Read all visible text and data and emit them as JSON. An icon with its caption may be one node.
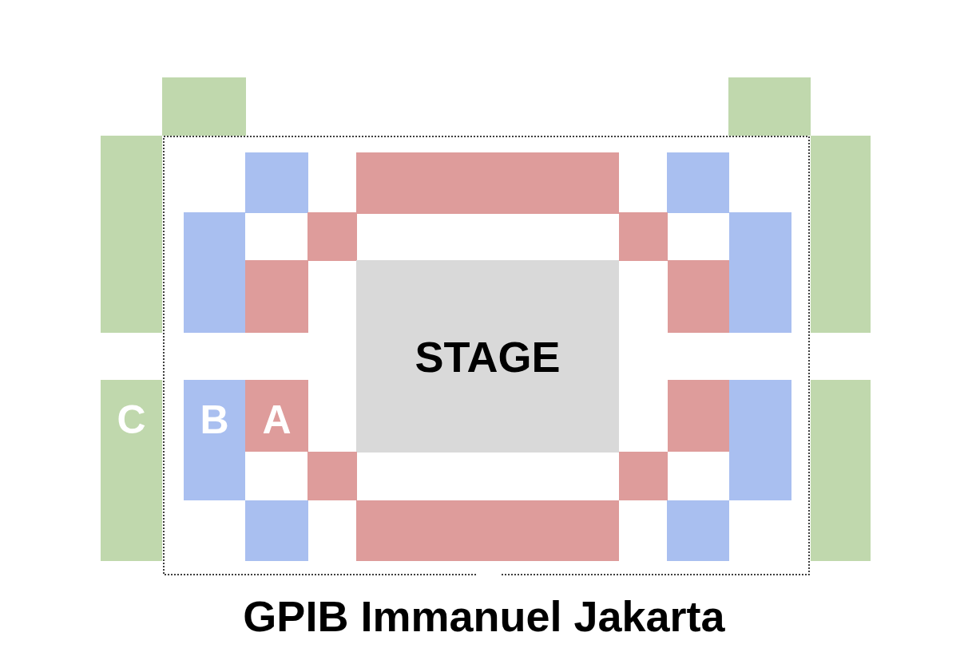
{
  "diagram": {
    "title": "GPIB Immanuel Jakarta",
    "nodes": [
      {
        "text": [],
        "shape": "box"
      },
      {
        "text": [],
        "shape": "box"
      },
      {
        "text": [],
        "shape": "box"
      },
      {
        "text": [],
        "shape": "box"
      },
      {
        "text": [],
        "shape": "box"
      },
      {
        "text": [],
        "shape": "box",
        "in": 0
      },
      {
        "text": [],
        "shape": "box",
        "in": 0
      },
      {
        "text": [],
        "shape": "box",
        "in": 0
      },
      {
        "text": [],
        "shape": "box",
        "in": 0
      },
      {
        "text": [],
        "shape": "box",
        "in": 0
      },
      {
        "text": [],
        "shape": "box",
        "in": 0
      },
      {
        "text": [],
        "shape": "box",
        "in": 0
      },
      {
        "text": [],
        "shape": "box",
        "in": 0
      },
      {
        "text": [
          "STAGE"
        ],
        "in": 0
      },
      {
        "text": [],
        "shape": "box",
        "in": 0
      },
      {
        "text": [
          "C"
        ]
      },
      {
        "text": [
          "B"
        ],
        "in": 0
      },
      {
        "text": [
          "A"
        ],
        "in": 0
      },
      {
        "text": [],
        "shape": "box",
        "in": 0
      },
      {
        "text": [],
        "shape": "box",
        "in": 0
      },
      {
        "text": [],
        "shape": "box"
      },
      {
        "text": [],
        "shape": "box",
        "in": 0
      },
      {
        "text": [],
        "shape": "box",
        "in": 0
      },
      {
        "text": [],
        "shape": "box",
        "in": 0
      },
      {
        "text": [],
        "shape": "box",
        "in": 0
      },
      {
        "text": [],
        "shape": "box",
        "in": 0
      }
    ],
    "edges": []
  }
}
